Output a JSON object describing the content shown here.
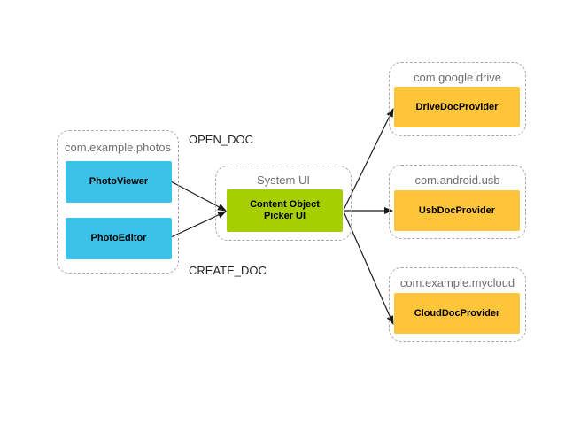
{
  "colors": {
    "app_node": "#3cc1e9",
    "system_node": "#a6cf00",
    "provider_node": "#ffc53a",
    "edge": "#1a1a1a",
    "group_border": "#a9a9a9"
  },
  "groups": {
    "photos": "com.example.photos",
    "system": "System UI",
    "drive": "com.google.drive",
    "usb": "com.android.usb",
    "mycloud": "com.example.mycloud"
  },
  "nodes": {
    "photo_viewer": "PhotoViewer",
    "photo_editor": "PhotoEditor",
    "picker": "Content Object\nPicker UI",
    "drive_provider": "DriveDocProvider",
    "usb_provider": "UsbDocProvider",
    "cloud_provider": "CloudDocProvider"
  },
  "edge_labels": {
    "open_doc": "OPEN_DOC",
    "create_doc": "CREATE_DOC"
  }
}
